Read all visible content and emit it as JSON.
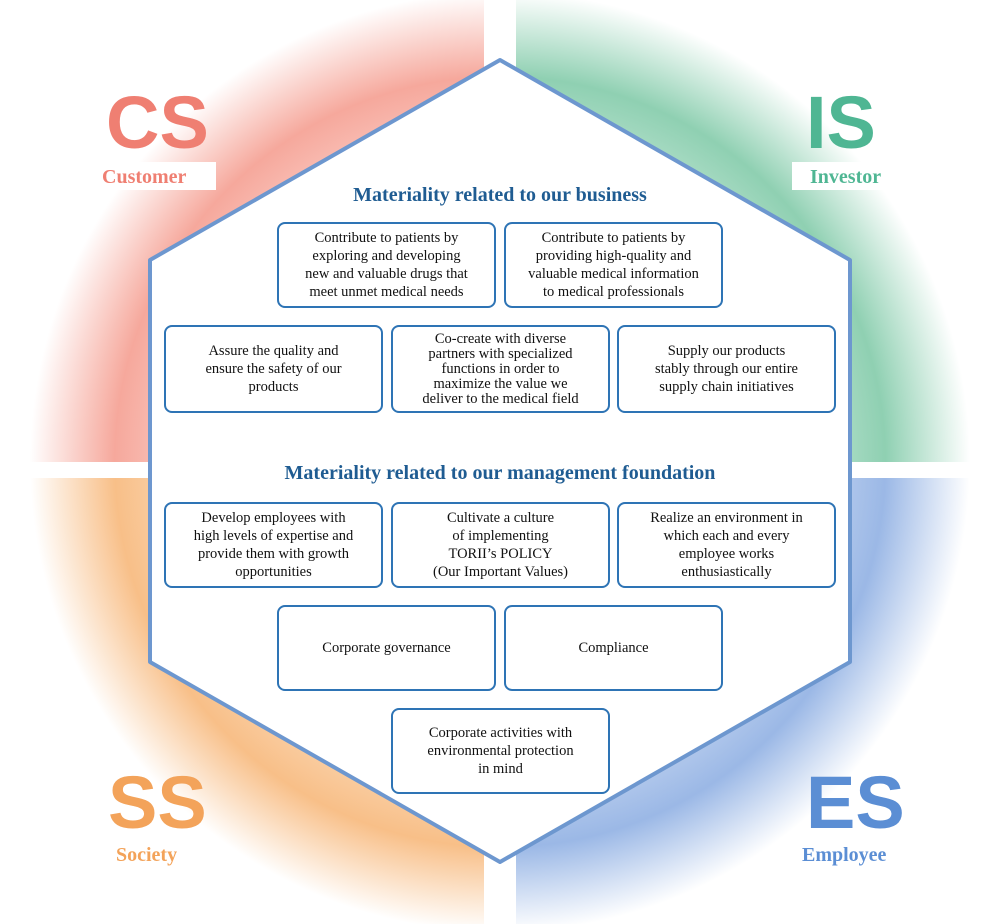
{
  "stakeholders": {
    "cs": {
      "abbr": "CS",
      "name": "Customer",
      "color": "#ef7f72"
    },
    "is": {
      "abbr": "IS",
      "name": "Investor",
      "color": "#4fb693"
    },
    "ss": {
      "abbr": "SS",
      "name": "Society",
      "color": "#f3a35a"
    },
    "es": {
      "abbr": "ES",
      "name": "Employee",
      "color": "#5b8ed4"
    }
  },
  "business": {
    "title": "Materiality related to our business",
    "items": [
      "Contribute to patients by\nexploring and developing\nnew and valuable drugs that\nmeet unmet medical needs",
      "Contribute to patients by\nproviding high-quality and\nvaluable medical information\nto medical professionals",
      "Assure the quality and\nensure the safety of our\nproducts",
      "Co-create with diverse\npartners with specialized\nfunctions in order to\nmaximize the value we\ndeliver to the medical field",
      "Supply our products\nstably through our entire\nsupply chain initiatives"
    ]
  },
  "foundation": {
    "title": "Materiality related to our management foundation",
    "items": [
      "Develop employees with\nhigh levels of expertise and\nprovide them with growth\nopportunities",
      "Cultivate a culture\nof implementing\nTORII’s POLICY\n(Our Important Values)",
      "Realize an environment in\nwhich each and every\nemployee works\nenthusiastically",
      "Corporate governance",
      "Compliance",
      "Corporate activities with\nenvironmental protection\nin mind"
    ]
  },
  "colors": {
    "hexagon_border": "#6d97cf",
    "box_border": "#2e74b5",
    "title_text": "#1f5c92"
  }
}
